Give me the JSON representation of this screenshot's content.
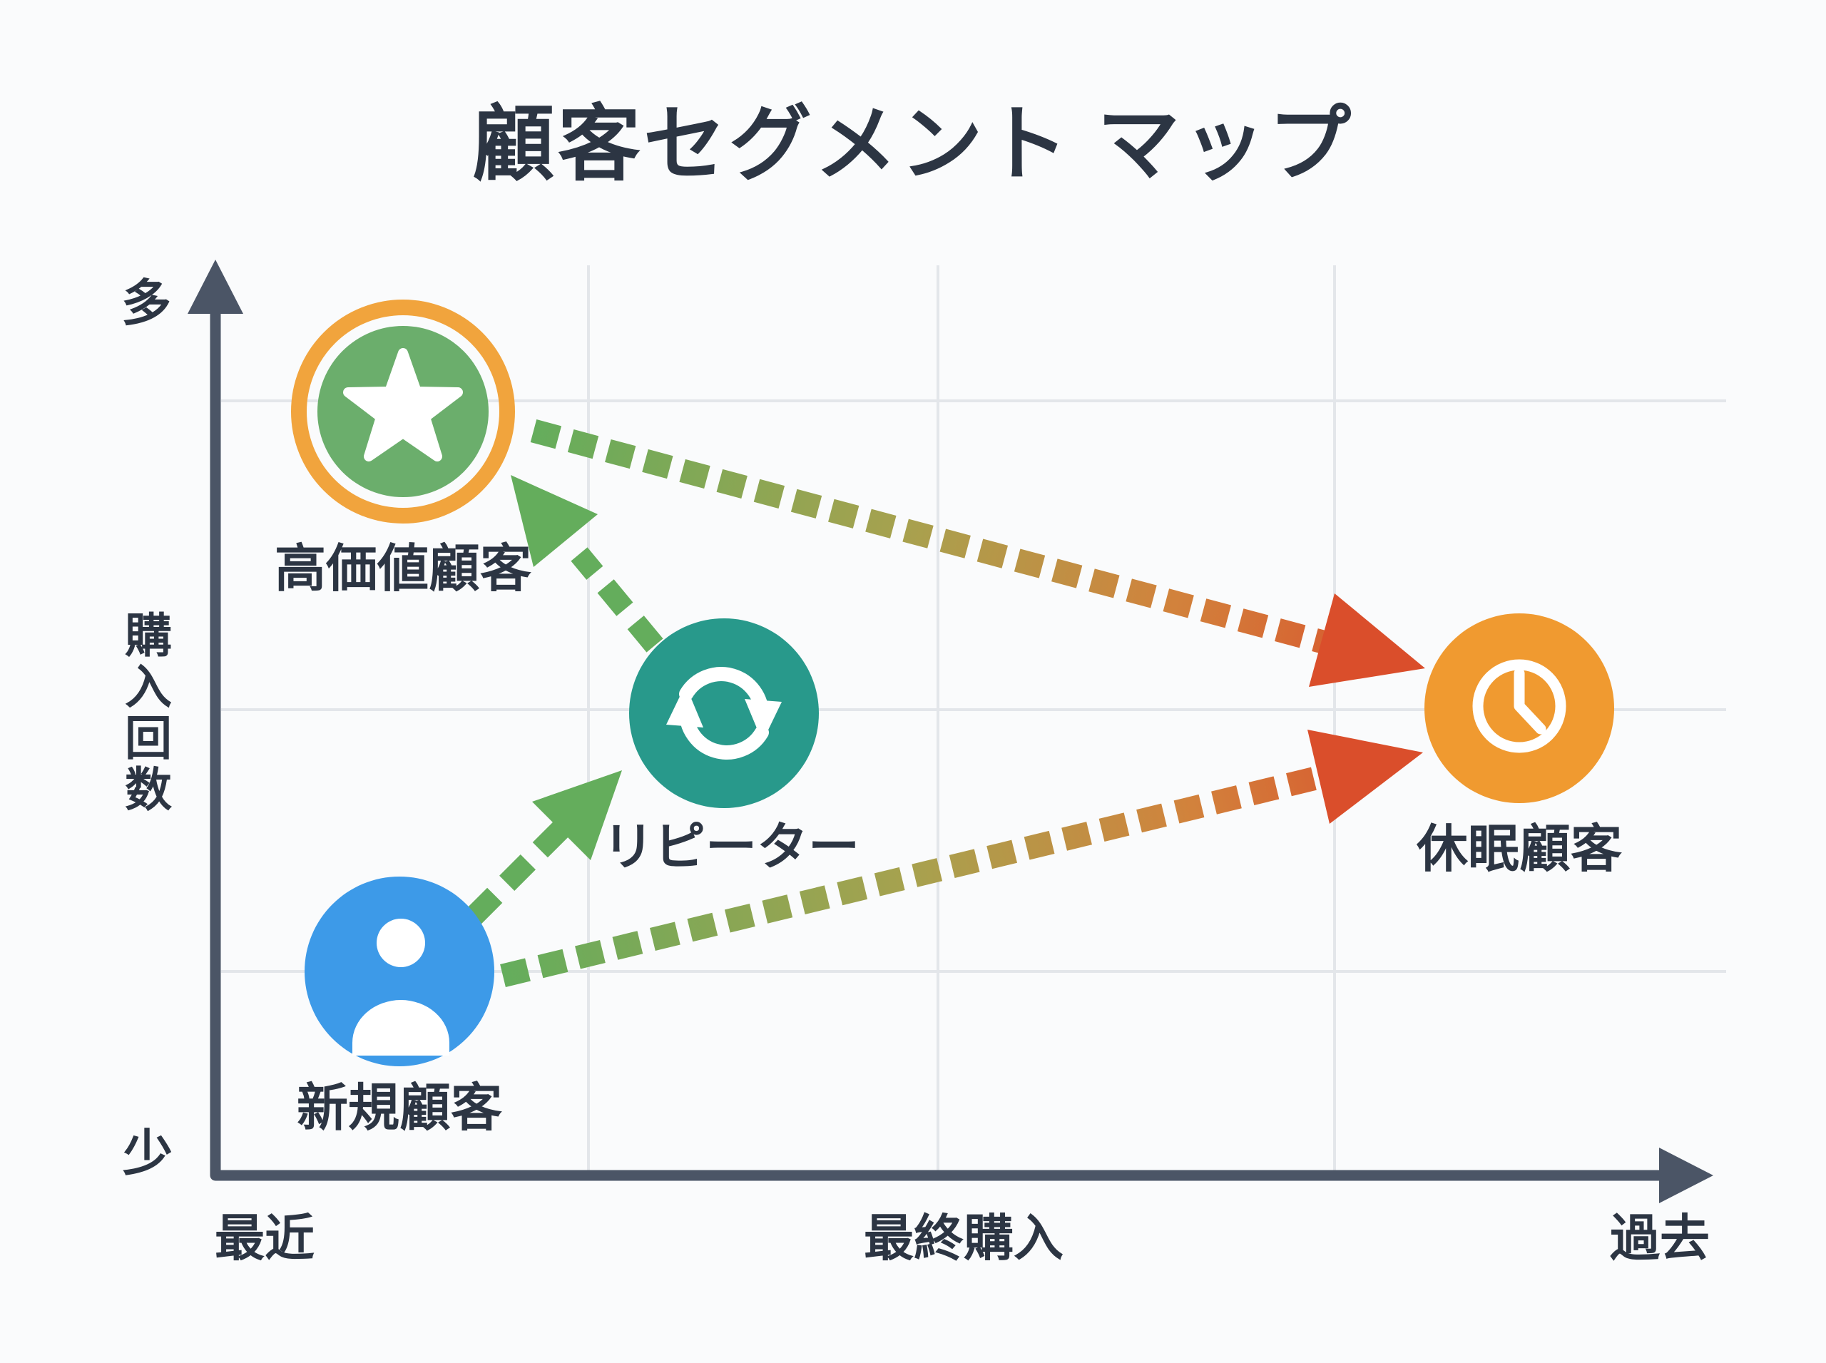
{
  "title": "顧客セグメント マップ",
  "colors": {
    "background": "#fafbfc",
    "text": "#2c3543",
    "axis": "#4b5566",
    "grid": "#e3e6ea",
    "arrow_green": "#64ad5c",
    "arrow_olive": "#a8a14e",
    "arrow_orange": "#d2823c",
    "arrow_red": "#da4e2b",
    "node_green": "#6bae6c",
    "node_green_ring": "#f1a43d",
    "node_teal": "#28998b",
    "node_blue": "#3d9ae8",
    "node_orange": "#f09a30",
    "icon_white": "#ffffff"
  },
  "axes": {
    "y": {
      "label": "購入回数",
      "max_label": "多",
      "min_label": "少"
    },
    "x": {
      "label": "最終購入",
      "min_label": "最近",
      "max_label": "過去"
    }
  },
  "nodes": [
    {
      "id": "high-value",
      "label": "高価値顧客",
      "icon": "star-icon",
      "color": "#6bae6c",
      "ring_color": "#f1a43d"
    },
    {
      "id": "repeater",
      "label": "リピーター",
      "icon": "refresh-icon",
      "color": "#28998b"
    },
    {
      "id": "new-customer",
      "label": "新規顧客",
      "icon": "person-icon",
      "color": "#3d9ae8"
    },
    {
      "id": "dormant",
      "label": "休眠顧客",
      "icon": "clock-icon",
      "color": "#f09a30"
    }
  ],
  "arrows": [
    {
      "from": "new-customer",
      "to": "repeater",
      "style": "dashed",
      "color": "#64ad5c"
    },
    {
      "from": "repeater",
      "to": "high-value",
      "style": "dashed",
      "color": "#64ad5c"
    },
    {
      "from": "high-value",
      "to": "dormant",
      "style": "dashed-gradient",
      "color_start": "#64ad5c",
      "color_end": "#da4e2b"
    },
    {
      "from": "new-customer",
      "to": "dormant",
      "style": "dashed-gradient",
      "color_start": "#64ad5c",
      "color_end": "#da4e2b"
    }
  ]
}
